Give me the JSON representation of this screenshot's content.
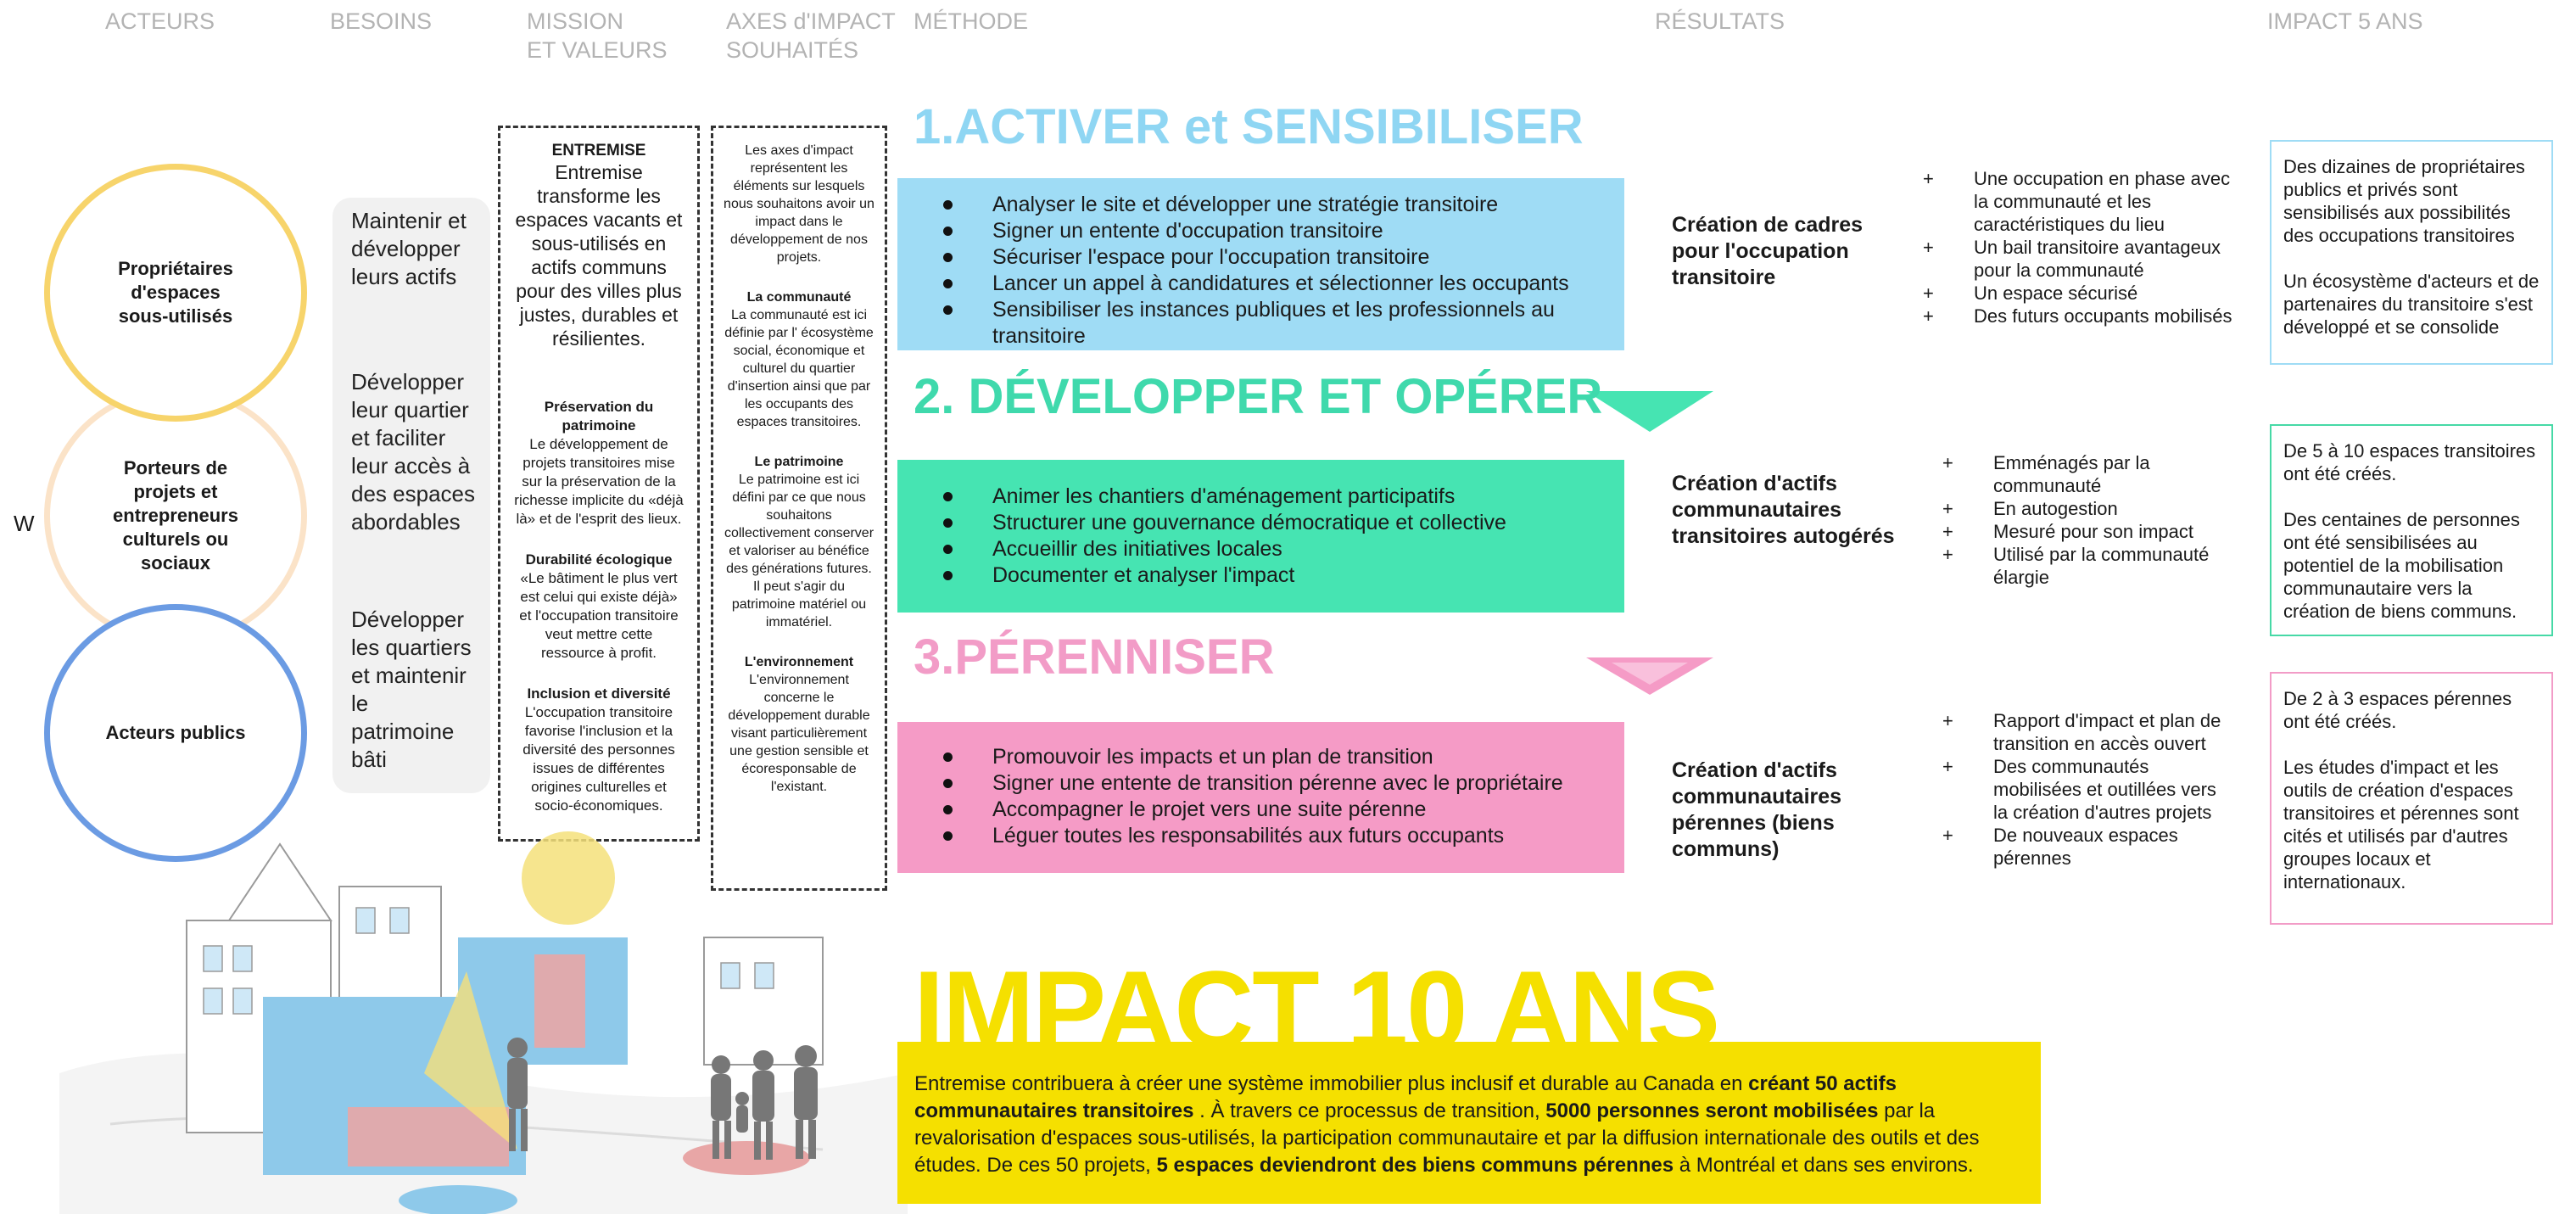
{
  "headers": {
    "acteurs": "ACTEURS",
    "besoins": "BESOINS",
    "mission": "MISSION\nET VALEURS",
    "axes": "AXES d'IMPACT\nSOUHAITÉS",
    "methode": "MÉTHODE",
    "resultats": "RÉSULTATS",
    "impact5": "IMPACT 5 ANS"
  },
  "side_letter": "W",
  "actors": [
    {
      "label": "Propriétaires\nd'espaces\nsous-utilisés",
      "color": "#f7d46b"
    },
    {
      "label": "Porteurs de\nprojets et\nentrepreneurs\nculturels ou\nsociaux",
      "color": "#fbe3c8"
    },
    {
      "label": "Acteurs publics",
      "color": "#6b9be3"
    }
  ],
  "needs": [
    "Maintenir et\ndévelopper\nleurs actifs",
    "Développer\nleur quartier\net faciliter\nleur accès à\ndes espaces\nabordables",
    "Développer\nles quartiers\net maintenir\nle\npatrimoine\nbâti"
  ],
  "mission": {
    "title": "ENTREMISE",
    "intro": "Entremise transforme les espaces vacants et sous-utilisés en actifs communs pour des villes plus justes, durables et résilientes.",
    "values": [
      {
        "title": "Préservation du patrimoine",
        "text": "Le développement de projets transitoires mise sur la préservation de la richesse implicite du «déjà là» et de l'esprit des lieux."
      },
      {
        "title": "Durabilité écologique",
        "text": "«Le bâtiment le plus vert est celui qui existe déjà» et l'occupation transitoire veut mettre cette ressource à profit."
      },
      {
        "title": "Inclusion et diversité",
        "text": "L'occupation transitoire favorise l'inclusion et la diversité des personnes issues de différentes origines culturelles et socio-économiques."
      }
    ]
  },
  "axes": {
    "intro": "Les axes d'impact représentent les éléments sur lesquels nous souhaitons avoir un impact dans le développement de nos projets.",
    "items": [
      {
        "title": "La communauté",
        "text": "La communauté est ici définie par l' écosystème social, économique et culturel du quartier d'insertion ainsi que par les occupants des espaces transitoires."
      },
      {
        "title": "Le patrimoine",
        "text": "Le patrimoine est ici défini par ce que nous souhaitons collectivement conserver et valoriser au bénéfice des générations futures. Il peut s'agir du patrimoine matériel ou immatériel."
      },
      {
        "title": "L'environnement",
        "text": "L'environnement concerne le développement durable visant particulièrement une gestion sensible et écoresponsable de l'existant."
      }
    ]
  },
  "phases": [
    {
      "title": "1.ACTIVER et SENSIBILISER",
      "title_color": "#8fd6f3",
      "band_color": "#9fdcf5",
      "bullets": [
        "Analyser le site et développer une stratégie transitoire",
        "Signer un entente d'occupation transitoire",
        "Sécuriser l'espace pour l'occupation transitoire",
        "Lancer un appel à candidatures et sélectionner les occupants",
        "Sensibiliser les instances publiques et les professionnels au transitoire"
      ],
      "result": "Création de cadres\npour l'occupation\ntransitoire",
      "outcomes": [
        "Une occupation en phase avec la communauté et les caractéristiques du lieu",
        "Un bail transitoire avantageux pour la communauté",
        "Un espace sécurisé",
        "Des futurs occupants mobilisés"
      ],
      "impact": [
        "Des dizaines de propriétaires publics et privés sont sensibilisés aux possibilités des occupations transitoires",
        "Un écosystème d'acteurs et de partenaires du transitoire s'est développé et se consolide"
      ],
      "impact_border": "#9fdcf5"
    },
    {
      "title": "2. DÉVELOPPER ET OPÉRER",
      "title_color": "#3fd9ac",
      "band_color": "#46e4b2",
      "bullets": [
        "Animer les chantiers d'aménagement participatifs",
        "Structurer une gouvernance démocratique et collective",
        "Accueillir des initiatives locales",
        "Documenter et analyser l'impact"
      ],
      "result": "Création d'actifs\ncommunautaires\ntransitoires  autogérés",
      "outcomes": [
        "Emménagés par la communauté",
        "En autogestion",
        "Mesuré pour son impact",
        "Utilisé par la communauté élargie"
      ],
      "impact": [
        "De 5 à 10  espaces transitoires ont été créés.",
        "Des centaines de personnes ont été sensibilisées  au potentiel de la mobilisation communautaire vers la création de biens communs."
      ],
      "impact_border": "#46d9a6"
    },
    {
      "title": "3.PÉRENNISER",
      "title_color": "#f29cc7",
      "band_color": "#f59bc6",
      "bullets": [
        "Promouvoir les impacts et un plan de transition",
        "Signer une entente de transition pérenne avec le propriétaire",
        "Accompagner le projet vers une suite pérenne",
        "Léguer toutes les responsabilités aux futurs occupants"
      ],
      "result": "Création d'actifs\ncommunautaires\npérennes (biens\ncommuns)",
      "outcomes": [
        "Rapport d'impact et plan de transition en accès ouvert",
        "Des communautés mobilisées et outillées vers la création d'autres projets",
        "De nouveaux espaces pérennes"
      ],
      "impact": [
        "De 2 à 3 espaces pérennes ont été créés.",
        "Les études d'impact et les outils de création d'espaces transitoires  et pérennes sont cités et utilisés par d'autres groupes locaux et internationaux."
      ],
      "impact_border": "#f29cc7"
    }
  ],
  "impact10": {
    "title": "IMPACT 10 ANS",
    "t1": "Entremise contribuera à créer une système immobilier plus inclusif et durable au Canada en ",
    "b1": "créant 50 actifs communautaires transitoires",
    "t2": " . À travers ce processus de transition, ",
    "b2": "5000 personnes seront mobilisées",
    "t3": " par la revalorisation d'espaces sous-utilisés, la participation communautaire et par la diffusion internationale des outils et des études. De ces 50 projets,  ",
    "b3": "5 espaces deviendront des biens communs pérennes",
    "t4": " à Montréal et dans ses environs."
  },
  "plus_symbol": "+"
}
